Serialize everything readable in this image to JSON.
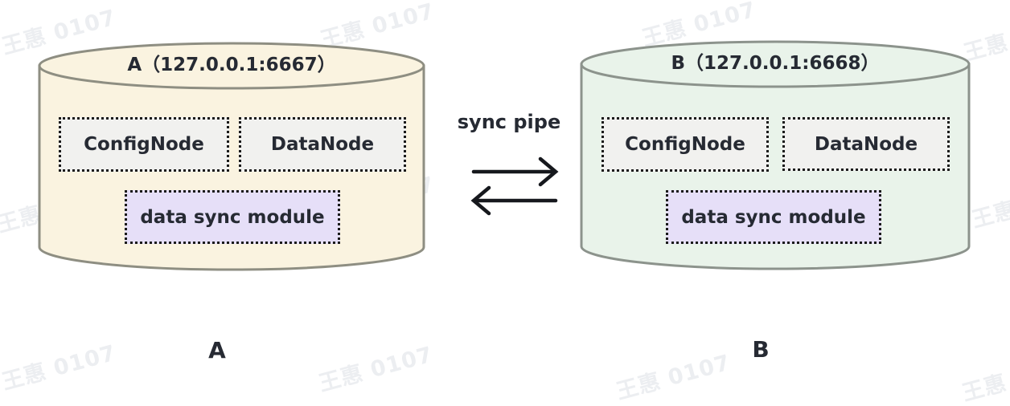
{
  "diagram": {
    "left_db": {
      "title": "A（127.0.0.1:6667）",
      "config_node": "ConfigNode",
      "data_node": "DataNode",
      "sync_module": "data sync module",
      "label": "A"
    },
    "right_db": {
      "title": "B（127.0.0.1:6668）",
      "config_node": "ConfigNode",
      "data_node": "DataNode",
      "sync_module": "data sync module",
      "label": "B"
    },
    "pipe_label": "sync pipe"
  },
  "watermark": {
    "text": "王惠 0107"
  },
  "colors": {
    "cyl_a_fill": "#faf3e0",
    "cyl_a_stroke": "#8e8e82",
    "cyl_b_fill": "#e9f3ea",
    "cyl_b_stroke": "#8c938c",
    "node_fill": "#f1f1ef",
    "sync_fill": "#e6dff8",
    "box_border": "#1a1a1a",
    "text": "#262a33",
    "arrow": "#16181d",
    "watermark": "#eceef1"
  }
}
